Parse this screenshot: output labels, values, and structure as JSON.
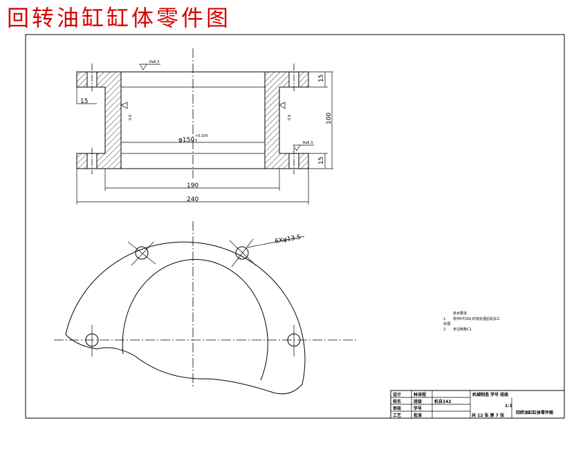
{
  "title": "回转油缸缸体零件图",
  "dimensions": {
    "flange_thickness_top": "15",
    "flange_thickness_bottom": "15",
    "flange_step": "15",
    "height": "100",
    "bore_diameter": "φ150",
    "bore_tolerance_upper": "+0.100",
    "bore_tolerance_lower": "0",
    "hole_circle_width": "190",
    "overall_width": "240",
    "holes": "6Xφ13.5"
  },
  "roughness": {
    "top_face": "Ra6.3",
    "bore_left": "0.8",
    "bore_right": "0.8",
    "bottom_face": "Ra6.3"
  },
  "technical_requirements": {
    "heading": "技术要求",
    "item1_num": "1.",
    "item1": "零件HT200,时效处理后机加工",
    "item1_cont": "处理:",
    "item2_num": "2.",
    "item2": "未注倒角C1."
  },
  "title_block": {
    "r1c1": "设计",
    "r1c2": "林泽程",
    "r1c3": "机械制造 学号 班级",
    "r2c1": "校名",
    "r2c2": "班级",
    "r2c3": "机自142",
    "r3c1": "审核",
    "r3c2": "学号",
    "scale": "1:1",
    "r4c1": "工艺",
    "r4c2": "批准",
    "sheet": "共 12 张 第 7 张",
    "drawing_name": "回转油缸缸体零件图"
  }
}
